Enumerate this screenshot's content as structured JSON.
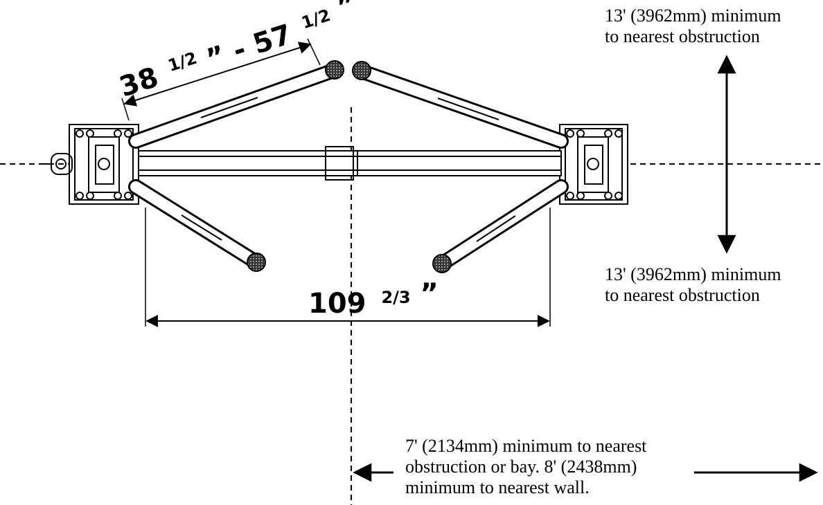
{
  "notes": {
    "top_line1": "13' (3962mm) minimum",
    "top_line2": "to nearest obstruction",
    "bottom_line1": "13' (3962mm) minimum",
    "bottom_line2": "to nearest obstruction",
    "side_line1": "7' (2134mm) minimum to nearest",
    "side_line2": "obstruction or bay. 8' (2438mm)",
    "side_line3": "minimum to nearest wall."
  },
  "dimensions": {
    "arm_reach_min": "38",
    "arm_reach_min_frac": "1/2",
    "arm_reach_sep": "” - 57",
    "arm_reach_max_frac": "1/2",
    "arm_reach_end": "”",
    "inner_width_whole": "109",
    "inner_width_frac": "2/3",
    "inner_width_end": "”"
  }
}
